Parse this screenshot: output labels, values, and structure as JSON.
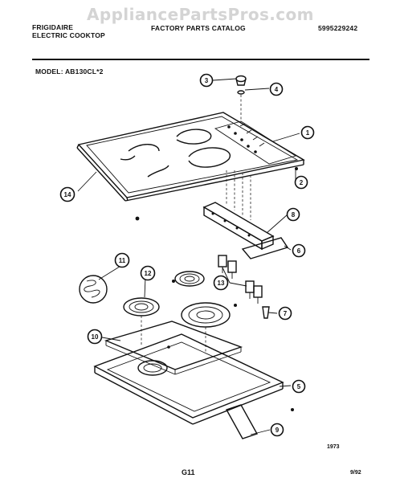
{
  "watermark": "AppliancePartsPros.com",
  "header": {
    "brand_line1": "FRIGIDAIRE",
    "brand_line2": "ELECTRIC COOKTOP",
    "catalog": "FACTORY PARTS CATALOG",
    "catalog_number": "5995229242"
  },
  "model_line": "MODEL: AB130CL*2",
  "callouts": [
    "1",
    "2",
    "3",
    "4",
    "5",
    "6",
    "7",
    "8",
    "9",
    "10",
    "11",
    "12",
    "13",
    "14"
  ],
  "footer": {
    "page": "G11",
    "date": "9/92",
    "code": "1973"
  }
}
